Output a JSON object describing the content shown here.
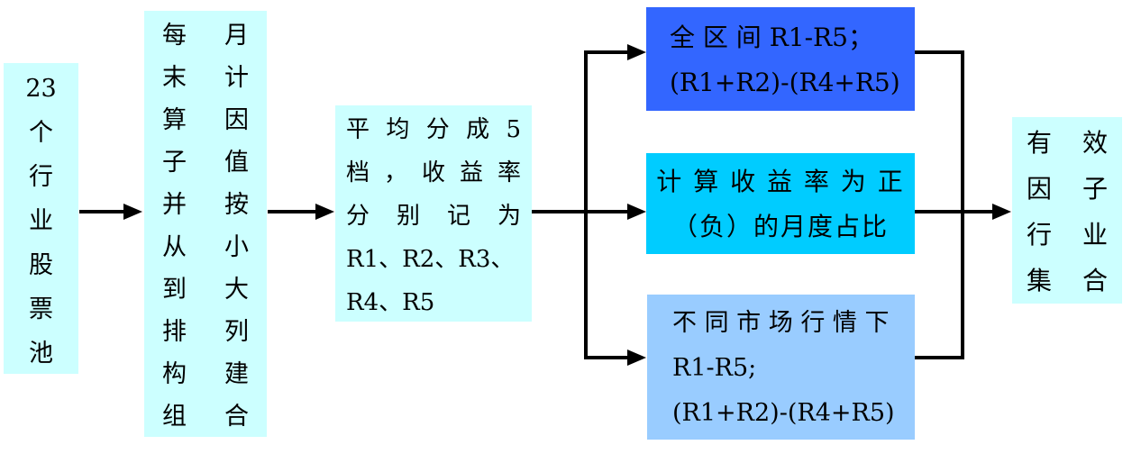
{
  "diagram": {
    "nodes": {
      "stock_pool": {
        "lines": [
          "23",
          "个",
          "行",
          "业",
          "股",
          "票",
          "池"
        ]
      },
      "monthly_factor": {
        "lines": [
          "每 月",
          "末 计",
          "算 因",
          "子 值",
          "并 按",
          "从 小",
          "到 大",
          "排 列",
          "构 建",
          "组 合"
        ]
      },
      "quintile_split": {
        "lines": [
          "平 均 分 成  5",
          "档 ， 收 益 率",
          "分 别 记 为",
          "R1、R2、R3、",
          "R4、R5"
        ]
      },
      "full_interval": {
        "lines": [
          "全 区 间  R1-R5；",
          "(R1+R2)-(R4+R5)"
        ]
      },
      "monthly_share": {
        "lines": [
          "计 算 收 益 率 为 正",
          "（负）的月度占比"
        ]
      },
      "market_condition": {
        "lines": [
          "不 同 市 场 行 情 下",
          "R1-R5;",
          "(R1+R2)-(R4+R5)"
        ]
      },
      "effective_set": {
        "lines": [
          "有 效",
          "因 子",
          "行 业",
          "集 合"
        ]
      }
    },
    "colors": {
      "background": "#FFFFFF",
      "node_light_cyan": "#CCFFFF",
      "node_royal_blue": "#3366FF",
      "node_cyan": "#00CCFF",
      "node_sky_blue": "#99CCFF",
      "connector": "#000000",
      "text": "#000000"
    }
  }
}
